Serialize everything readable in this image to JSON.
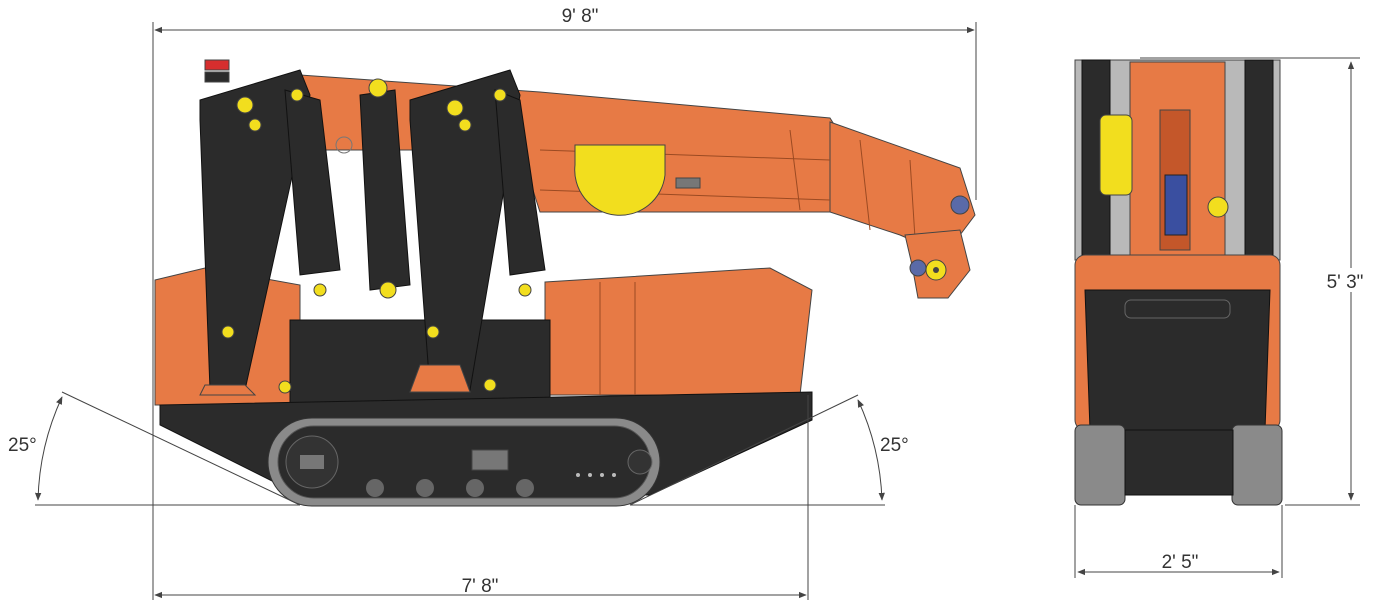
{
  "dimensions": {
    "overall_length": "9' 8\"",
    "track_length": "7' 8\"",
    "height": "5' 3\"",
    "width": "2' 5\""
  },
  "angles": {
    "left": "25°",
    "right": "25°"
  },
  "colors": {
    "body_orange": "#e77a45",
    "body_orange_dark": "#c4572a",
    "frame_black": "#2b2b2b",
    "track_grey": "#8a8a8a",
    "accent_yellow": "#f2de1e",
    "warning_red": "#d62e2e",
    "line": "#444444"
  }
}
